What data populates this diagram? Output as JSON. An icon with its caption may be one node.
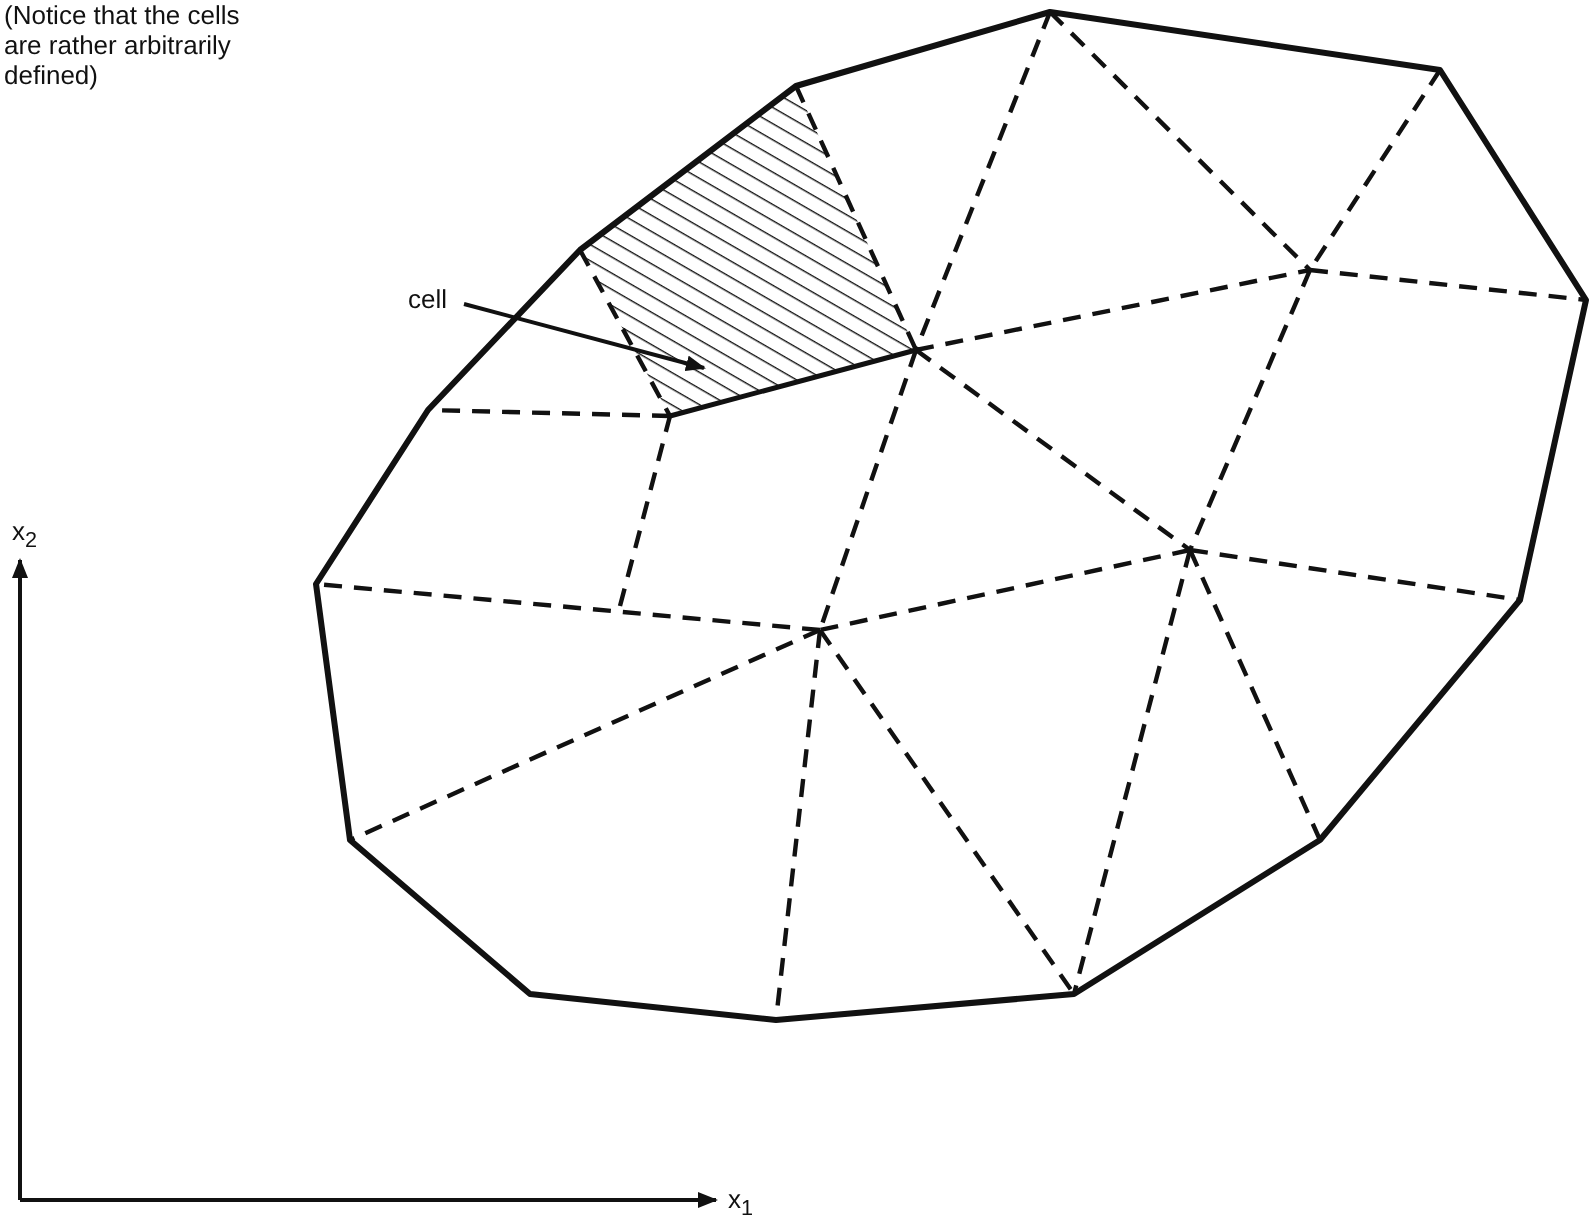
{
  "diagram": {
    "nodes": [
      {
        "text": [
          "cell"
        ]
      },
      {
        "text": [],
        "shape": "polygon"
      }
    ],
    "edges": [
      {
        "from": 0,
        "to": 1,
        "arrow": "to"
      }
    ],
    "labels": [
      "(Notice that the cells are rather arbitrarily defined)",
      "x$_{2}$",
      "x$_{1}$"
    ]
  }
}
